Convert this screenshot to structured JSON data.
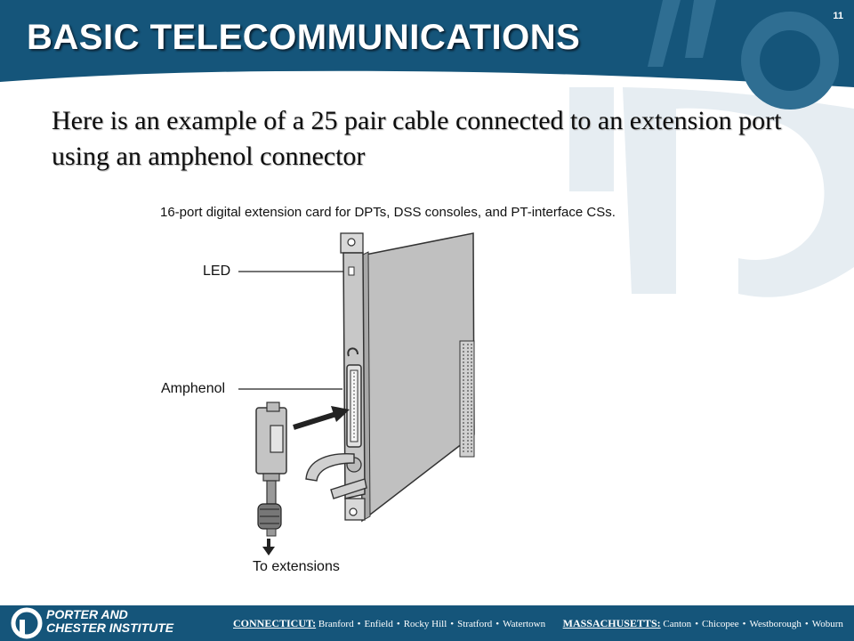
{
  "slide": {
    "number": "11",
    "title": "BASIC TELECOMMUNICATIONS",
    "body": "Here is an example of a 25 pair cable connected to an extension port using an amphenol connector"
  },
  "diagram": {
    "caption": "16-port digital extension card for DPTs, DSS consoles, and PT-interface CSs.",
    "labels": {
      "led": "LED",
      "amphenol": "Amphenol",
      "to_extensions": "To extensions"
    }
  },
  "footer": {
    "institute_line1": "PORTER AND",
    "institute_line2": "CHESTER INSTITUTE",
    "ct_label": "CONNECTICUT:",
    "ct_towns": [
      "Branford",
      "Enfield",
      "Rocky Hill",
      "Stratford",
      "Watertown"
    ],
    "ma_label": "MASSACHUSETTS:",
    "ma_towns": [
      "Canton",
      "Chicopee",
      "Westborough",
      "Woburn"
    ],
    "separator": "•"
  },
  "colors": {
    "header_blue": "#15557a",
    "watermark": "#e6edf2",
    "card_gray": "#c0c0c0"
  }
}
